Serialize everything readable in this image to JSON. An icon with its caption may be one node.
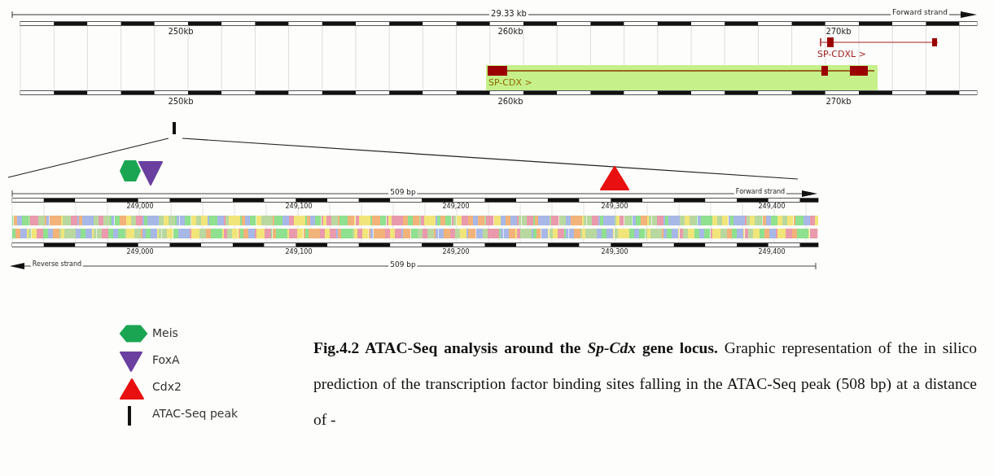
{
  "diagram": {
    "caption": "**Fig.4.2 ATAC-Seq analysis around the *Sp-Cdx* gene locus.** Graphic representation of the in silico prediction of the transcription factor binding sites falling in the ATAC-Seq peak (508 bp) at a distance of -",
    "nodes": [
      {
        "text": [
          "SP-CDX >"
        ]
      },
      {
        "text": [
          "SP-CDXL >"
        ]
      }
    ],
    "labels": [
      "29.33 kb",
      "Forward strand",
      "250kb",
      "260kb",
      "270kb",
      "250kb",
      "260kb",
      "270kb",
      "509 bp",
      "Forward strand",
      "249,000",
      "249,100",
      "249,200",
      "249,300",
      "249,400",
      "249,000",
      "249,100",
      "249,200",
      "249,300",
      "249,400",
      "Reverse strand",
      "509 bp"
    ],
    "legend": [
      {
        "text": "Meis"
      },
      {
        "text": "FoxA"
      },
      {
        "text": "Cdx2"
      },
      {
        "text": "ATAC-Seq  peak"
      }
    ]
  }
}
